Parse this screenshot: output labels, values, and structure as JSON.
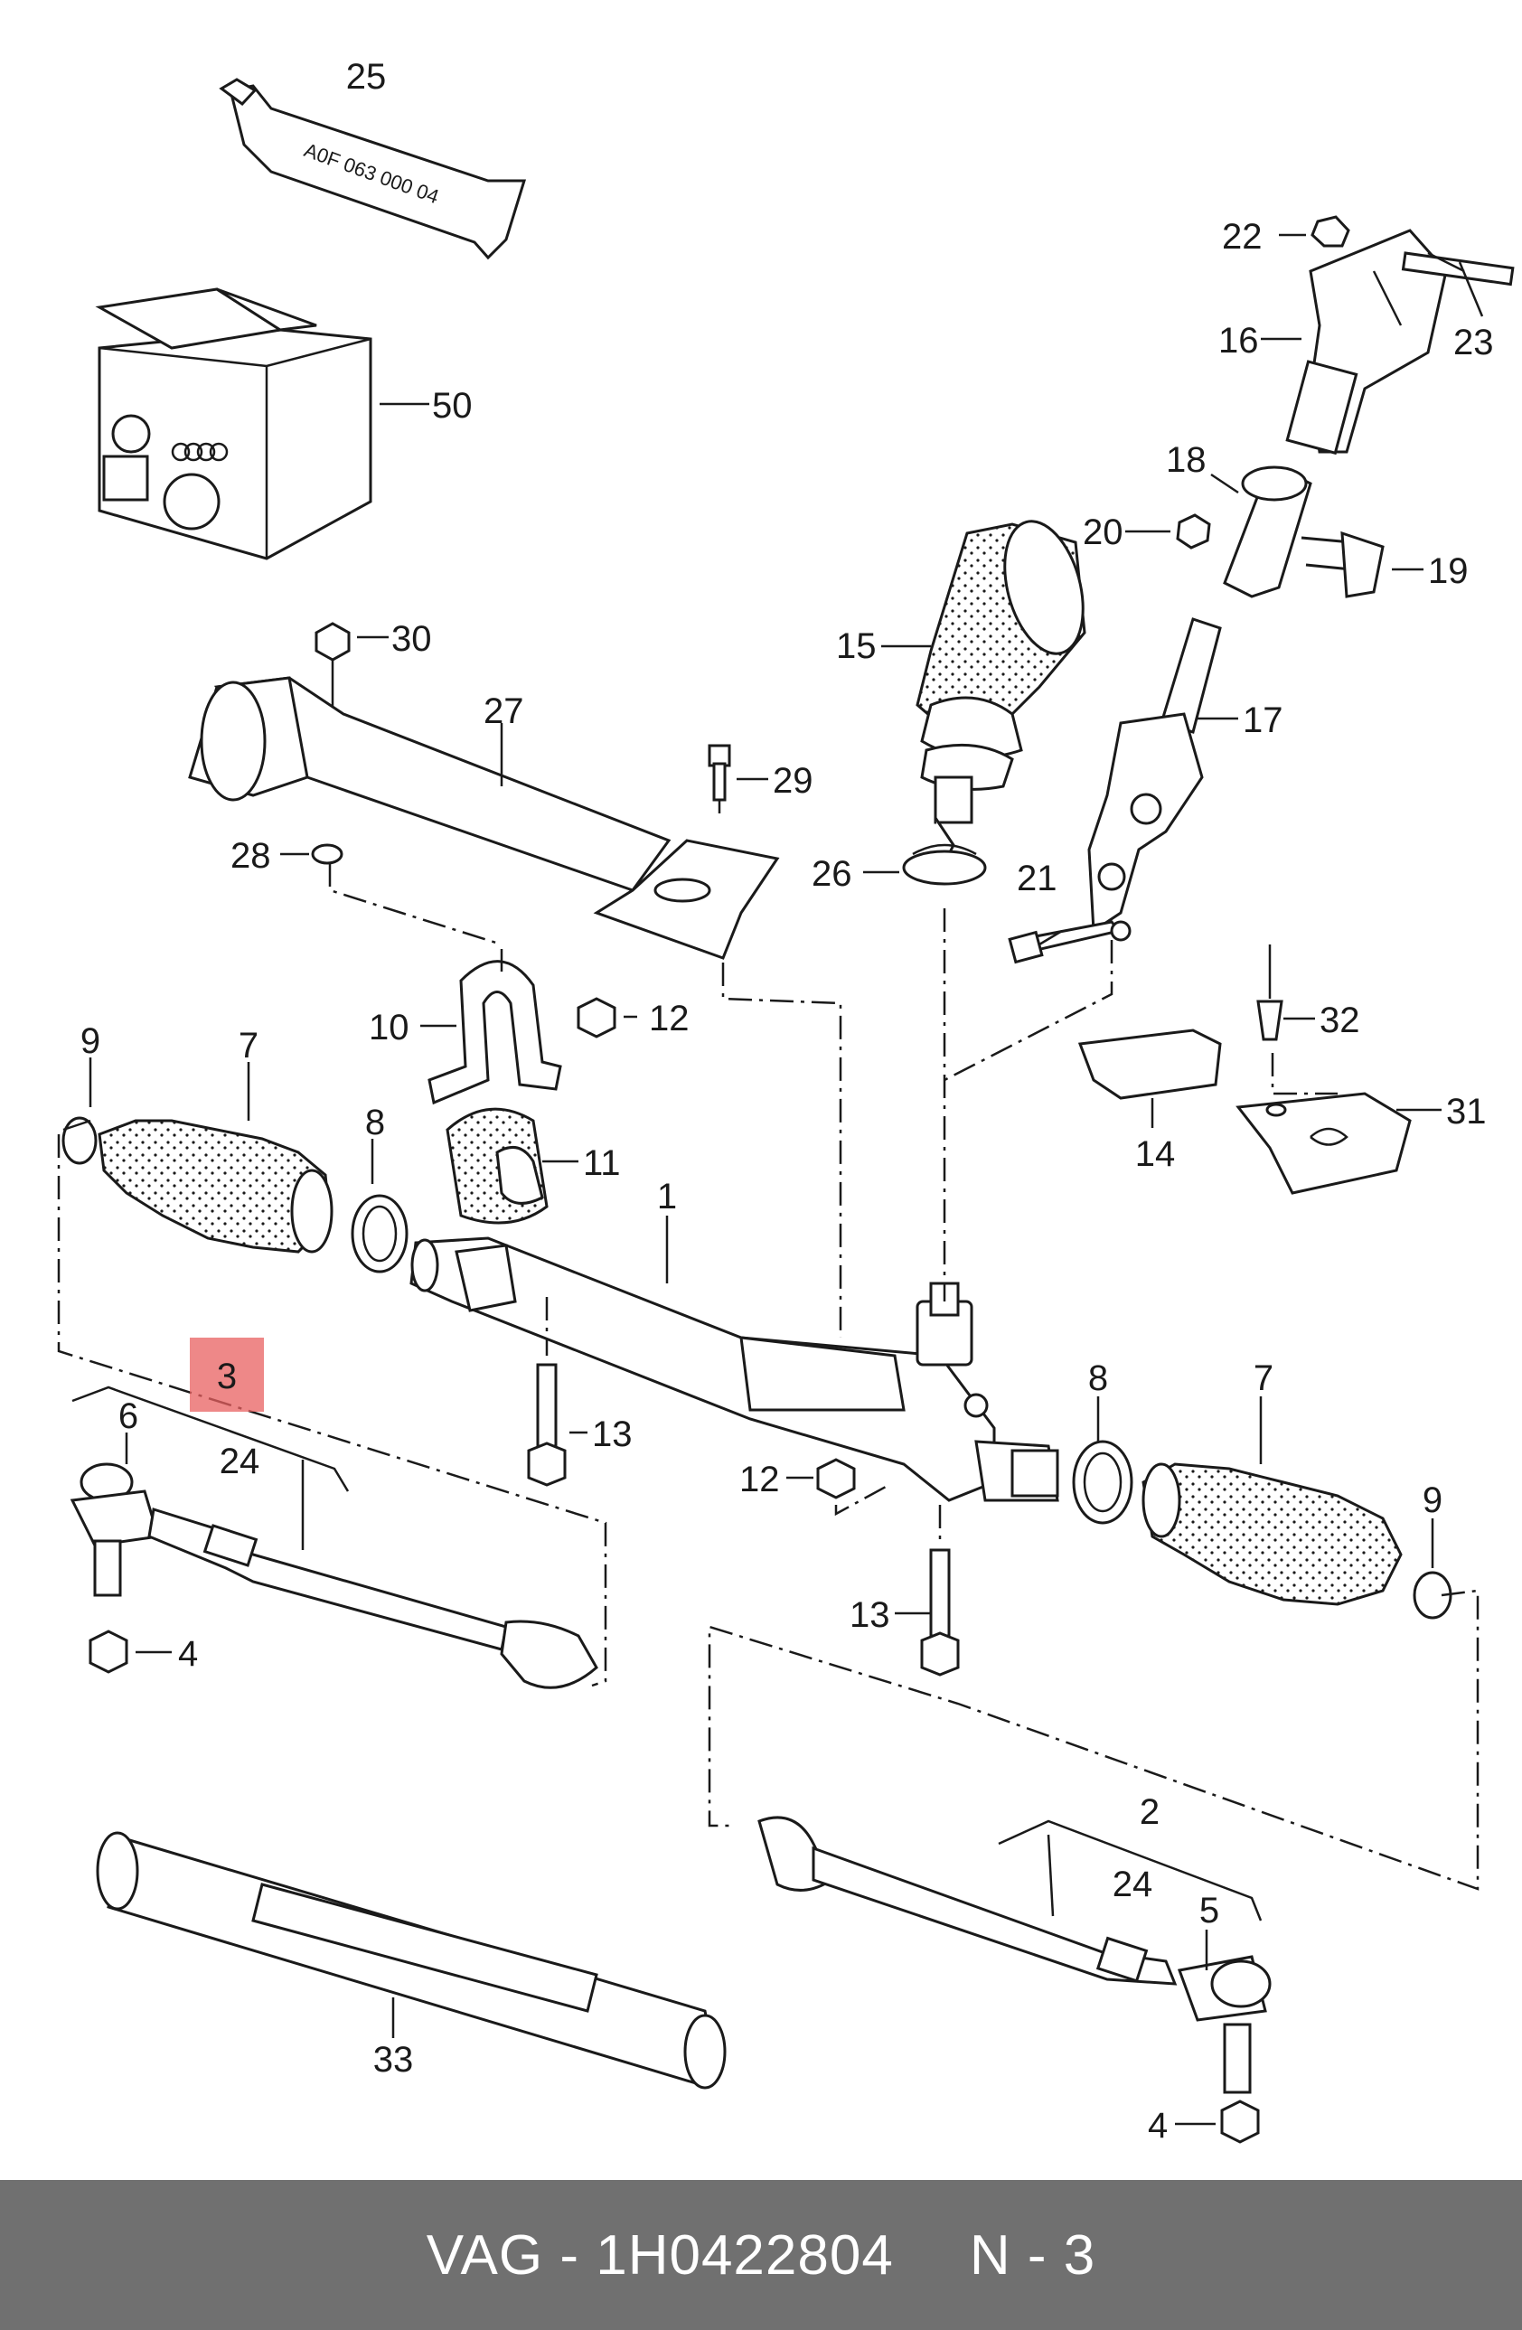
{
  "diagram": {
    "tube_print": "A0F 063 000 04",
    "highlighted_callout": "3",
    "callouts": {
      "c25": "25",
      "c50": "50",
      "c22": "22",
      "c23": "23",
      "c16": "16",
      "c18": "18",
      "c20": "20",
      "c19": "19",
      "c15": "15",
      "c17": "17",
      "c30": "30",
      "c27": "27",
      "c29": "29",
      "c28": "28",
      "c26": "26",
      "c21": "21",
      "c10": "10",
      "c12a": "12",
      "c32": "32",
      "c9a": "9",
      "c7a": "7",
      "c8a": "8",
      "c11": "11",
      "c14": "14",
      "c31": "31",
      "c1": "1",
      "c3": "3",
      "c24a": "24",
      "c6": "6",
      "c13a": "13",
      "c12b": "12",
      "c8b": "8",
      "c7b": "7",
      "c9b": "9",
      "c4a": "4",
      "c13b": "13",
      "c2": "2",
      "c24b": "24",
      "c5": "5",
      "c33": "33",
      "c4b": "4"
    },
    "accent_color": "#e86060"
  },
  "footer": {
    "part_ref": "VAG - 1H0422804",
    "position_ref": "N - 3",
    "background": "#707070"
  }
}
